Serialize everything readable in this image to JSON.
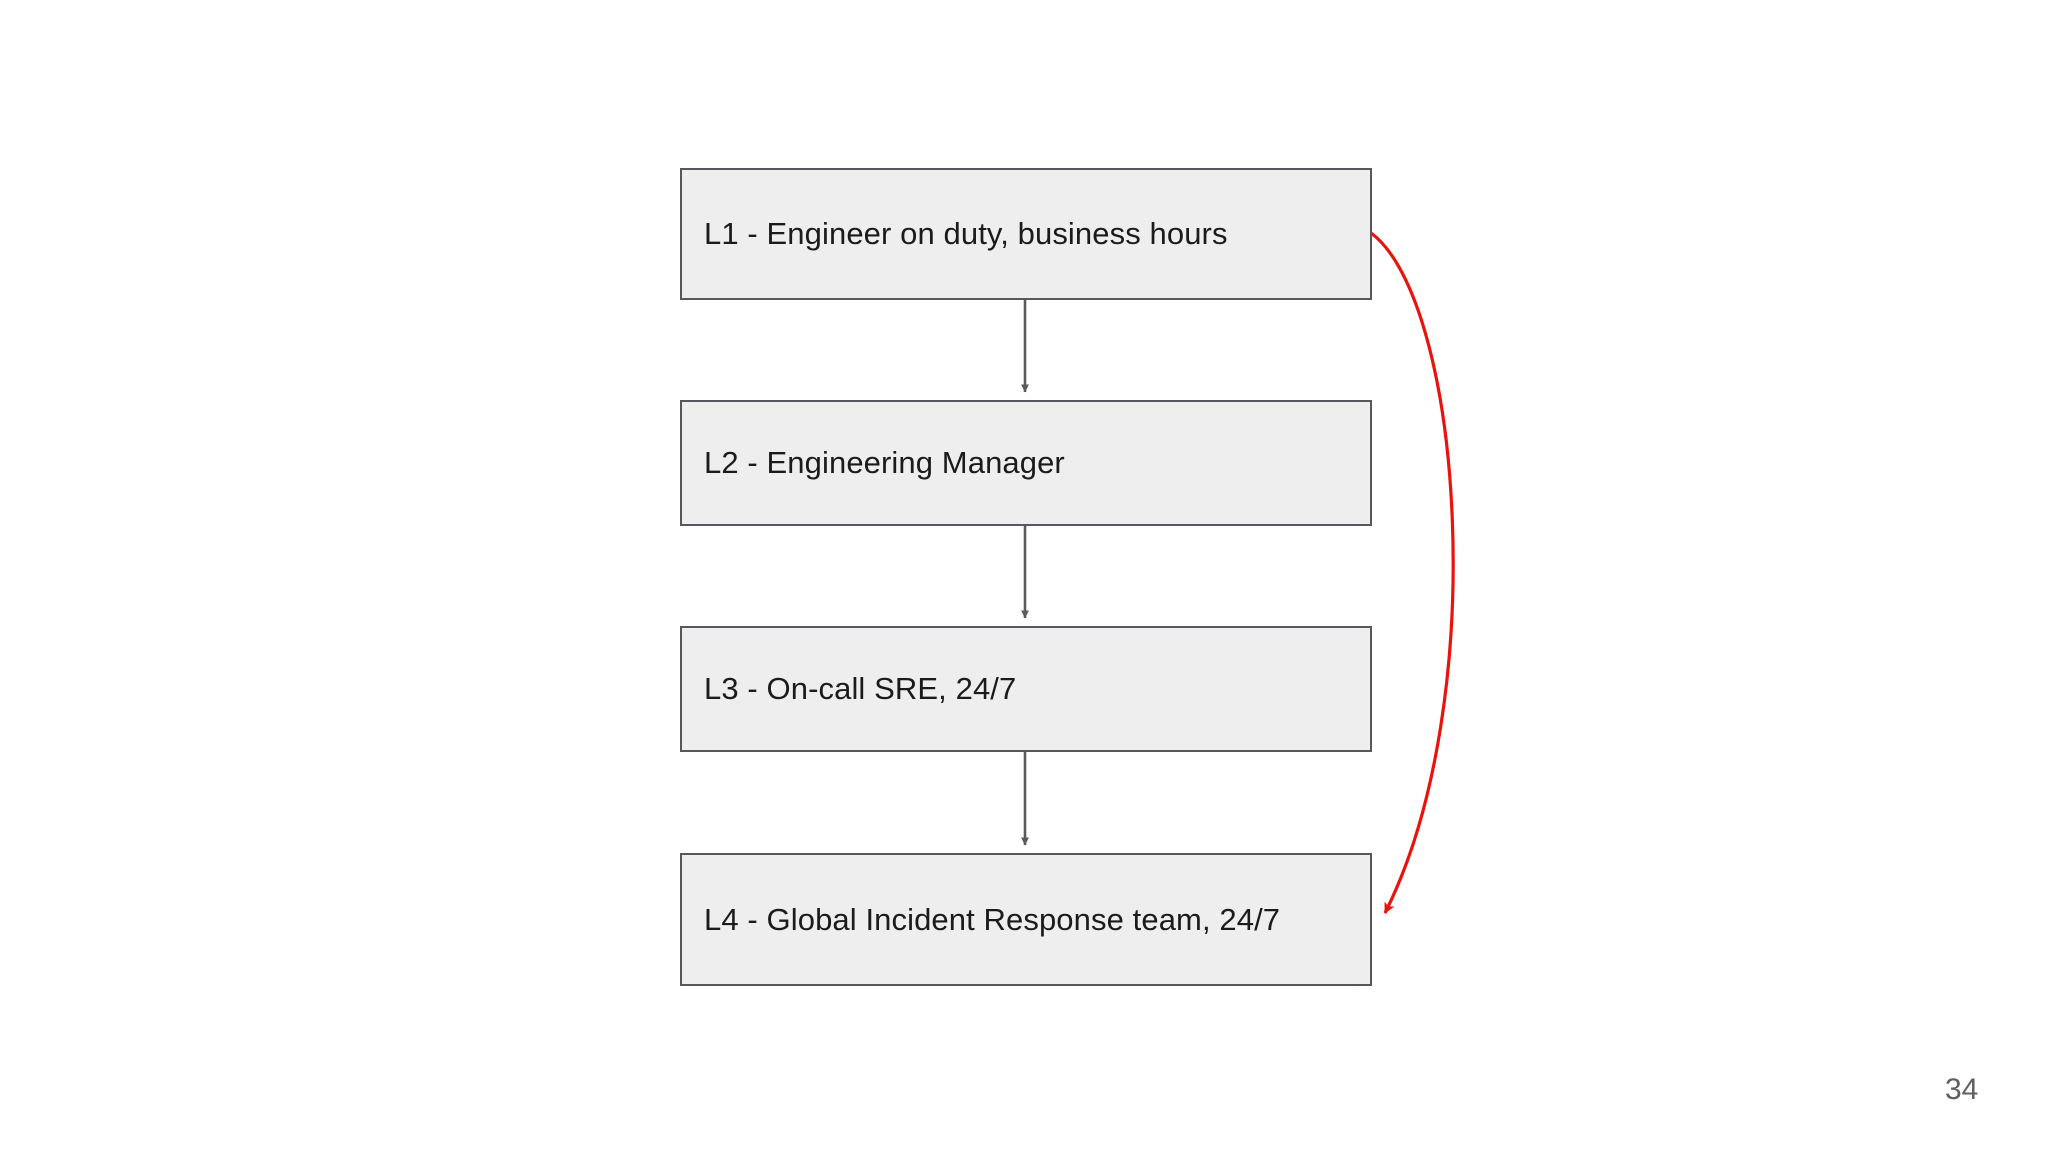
{
  "slide": {
    "page_number": "34",
    "background_color": "#ffffff"
  },
  "diagram": {
    "type": "flowchart",
    "orientation": "vertical",
    "node_fill_color": "#eeeeee",
    "node_border_color": "#55585c",
    "text_color": "#1b1b1b",
    "connector_color": "#5a5a5a",
    "escalation_arrow_color": "#e8140c",
    "nodes": [
      {
        "id": "L1",
        "label": "L1 - Engineer on duty, business hours"
      },
      {
        "id": "L2",
        "label": "L2 - Engineering Manager"
      },
      {
        "id": "L3",
        "label": "L3 - On-call SRE, 24/7"
      },
      {
        "id": "L4",
        "label": "L4 - Global Incident Response team, 24/7"
      }
    ],
    "edges": [
      {
        "from": "L1",
        "to": "L2",
        "style": "straight-down",
        "color": "#5a5a5a"
      },
      {
        "from": "L2",
        "to": "L3",
        "style": "straight-down",
        "color": "#5a5a5a"
      },
      {
        "from": "L3",
        "to": "L4",
        "style": "straight-down",
        "color": "#5a5a5a"
      },
      {
        "from": "L1",
        "to": "L4",
        "style": "curved-right-bypass",
        "color": "#e8140c"
      }
    ]
  }
}
